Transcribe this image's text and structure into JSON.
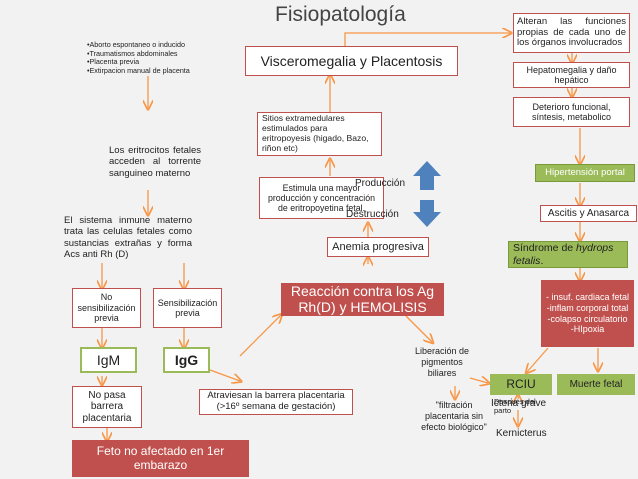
{
  "title": "Fisiopatología",
  "nodes": {
    "alteran": "Alteran las funciones propias de cada uno de los órganos involucrados",
    "causes": [
      "•Aborto espontaneo o inducido",
      "•Traumatismos abdominales",
      "•Placenta previa",
      "•Extirpacion manual de placenta"
    ],
    "visceromegalia": "Visceromegalia y Placentosis",
    "hepatomegalia": "Hepatomegalia y daño hepático",
    "deterioro": "Deterioro funcional, síntesis, metabolico",
    "sitios": "Sitios extramedulares estimulados para eritropoyesis (higado, Bazo, riñon etc)",
    "eritrocitos": "Los eritrocitos fetales acceden al torrente sanguineo materno",
    "hipertension": "Hipertensión portal",
    "estimula": "Estimula una mayor producción y concentración de eritropoyetina fetal.",
    "produccion": "Producción",
    "destruccion": "Destrucción",
    "ascitis": "Ascitis y Anasarca",
    "sistema": "El sistema inmune materno trata las celulas fetales como sustancias extrañas y forma Acs anti Rh (D)",
    "anemia": "Anemia progresiva",
    "sindrome_pre": "Síndrome de ",
    "sindrome_em": "hydrops fetalis",
    "sindrome_post": ".",
    "insuf": [
      "- insuf. cardiaca fetal",
      "-inflam corporal total",
      "-colapso circulatorio",
      "-HIpoxia"
    ],
    "no_sensibilizacion": "No sensibilización previa",
    "sensibilizacion": "Sensibilización previa",
    "reaccion": "Reacción contra los Ag Rh(D) y HEMOLISIS",
    "liberacion": "Liberación de pigmentos biliares",
    "igm": "IgM",
    "igg": "IgG",
    "rciu": "RCIU",
    "muerte": "Muerte fetal",
    "no_pasa": "No pasa barrera placentaria",
    "atraviesan": "Atraviesan la barrera placentaria (>16º semana de gestación)",
    "despues": "Después del parto",
    "filtracion": "\"filtración placentaria sin efecto biológico\"",
    "ictericia": "Icteria grave",
    "feto": "Feto no afectado en 1er embarazo",
    "kernicterus": "Kernicterus"
  },
  "colors": {
    "accent": "#c0504d",
    "green": "#9bbb59",
    "blue": "#4f81bd",
    "orange_arrow": "#f79646"
  }
}
